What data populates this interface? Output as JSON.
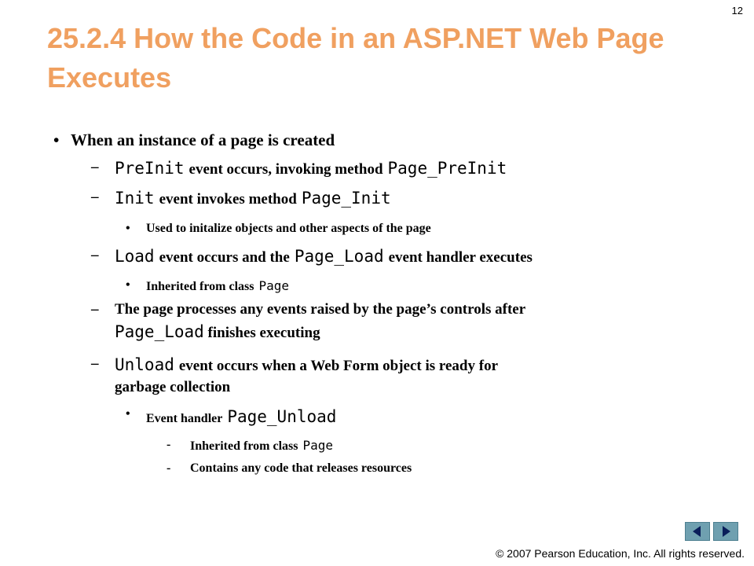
{
  "page_number": "12",
  "title": "25.2.4 How the Code in an ASP.NET Web Page Executes",
  "bullets": {
    "b1": "When an instance of a page is created",
    "b2": {
      "c1": "PreInit",
      "t1": "event occurs, invoking method",
      "c2": "Page_PreInit"
    },
    "b3": {
      "c1": "Init",
      "t1": "event invokes method",
      "c2": "Page_Init"
    },
    "b4": "Used to initalize objects and other aspects of the page",
    "b5": {
      "c1": "Load",
      "t1": "event occurs and the",
      "c2": "Page_Load",
      "t2": "event handler executes"
    },
    "b6": {
      "t1": "Inherited from class",
      "c1": "Page"
    },
    "b7": {
      "t1": "The page processes any events raised by the page’s controls after",
      "c1": "Page_Load",
      "t2": "finishes executing"
    },
    "b8": {
      "c1": "Unload",
      "t1": "event occurs when a Web Form object is ready for",
      "t2": "garbage collection"
    },
    "b9": {
      "t1": "Event handler",
      "c1": "Page_Unload"
    },
    "b10": {
      "t1": "Inherited from class",
      "c1": "Page"
    },
    "b11": "Contains any code that releases resources"
  },
  "markers": {
    "level1": "•",
    "level2": "–",
    "level3": "•",
    "level4": "-"
  },
  "nav": {
    "prev_icon": "triangle-left-icon",
    "next_icon": "triangle-right-icon",
    "button_color": "#6fa0b0"
  },
  "title_color": "#f0a060",
  "copyright": "© 2007 Pearson Education, Inc.  All rights reserved."
}
